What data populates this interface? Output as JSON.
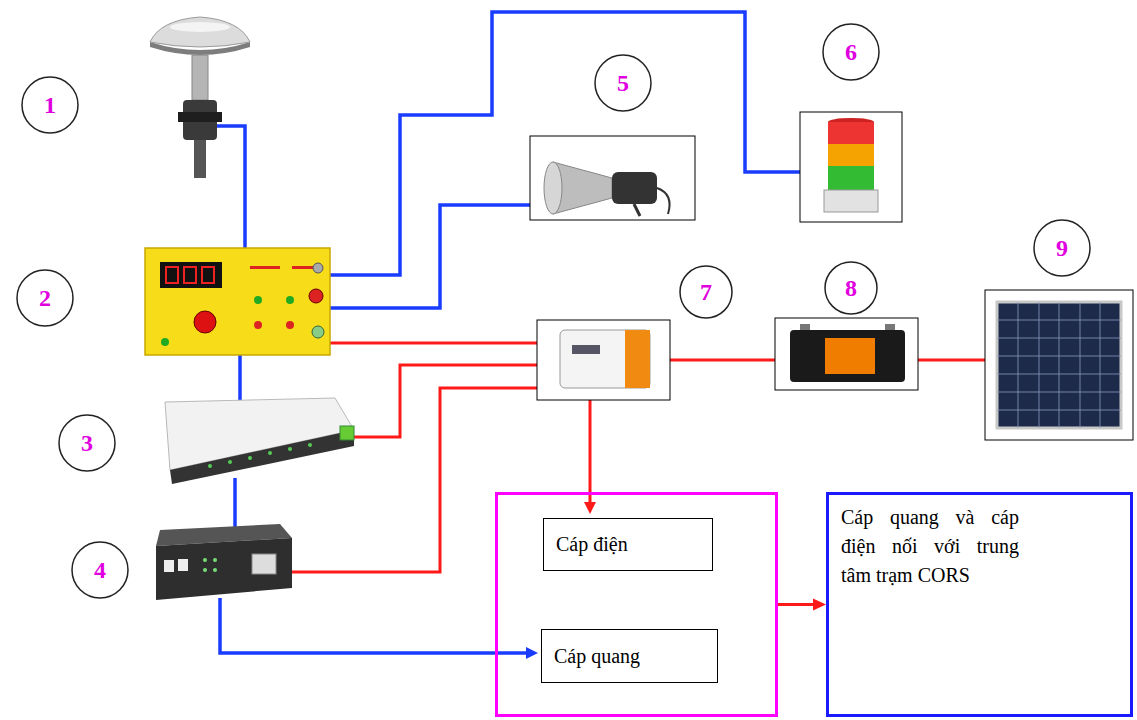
{
  "diagram": {
    "nodes": [
      {
        "text": []
      },
      {
        "text": [
          "Cáp điện"
        ],
        "in": 0
      },
      {
        "text": [
          "Cáp quang"
        ],
        "in": 0
      },
      {
        "text": [
          "Cáp quang và cáp điện nối với trung tâm trạm CORS"
        ]
      }
    ],
    "edges": [
      {
        "from": 0,
        "to": 3,
        "arrow": "to"
      }
    ],
    "labels": [
      "1",
      "2",
      "3",
      "4",
      "5",
      "6",
      "7",
      "8",
      "9"
    ]
  }
}
